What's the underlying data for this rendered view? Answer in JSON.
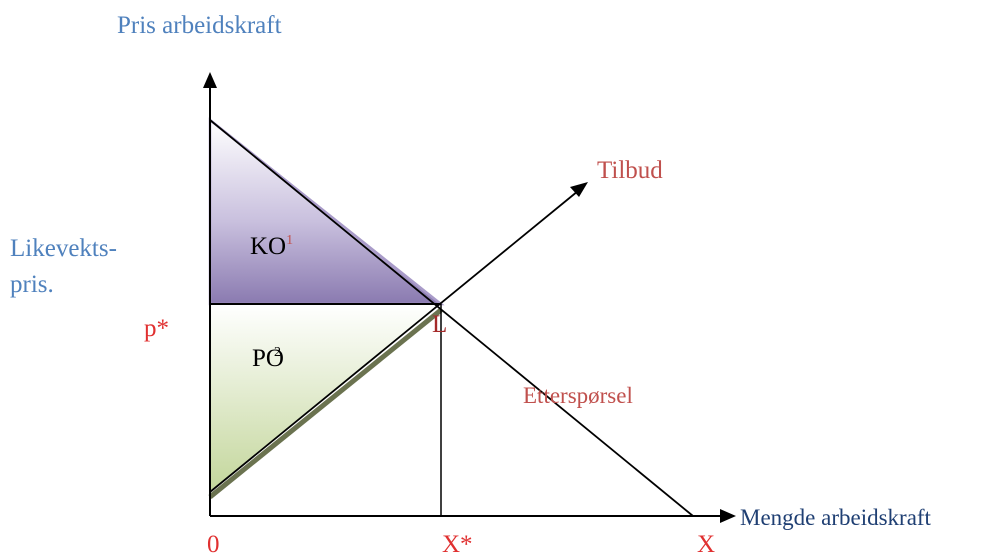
{
  "colors": {
    "blue_label": "#4f81bd",
    "red_label": "#c0504d",
    "dark_red_label": "#a52a2a",
    "purple_fill": "#8a7ab0",
    "purple_edge": "#a99bc9",
    "green_fill": "#c3d69b",
    "green_edge": "#6b7350",
    "line": "#000000"
  },
  "labels": {
    "y_axis_title": "Pris arbeidskraft",
    "x_axis_title": "Mengde arbeidskraft",
    "equilibrium_price_line1": "Likevekts-",
    "equilibrium_price_line2": "pris.",
    "p_star": "p*",
    "origin": "0",
    "x_star": "X*",
    "x_end": "X",
    "supply": "Tilbud",
    "demand": "Etterspørsel",
    "point_l": "L",
    "consumer_surplus": "KO",
    "consumer_surplus_sup": "1",
    "producer_surplus": "PO",
    "producer_surplus_sup": "2"
  }
}
